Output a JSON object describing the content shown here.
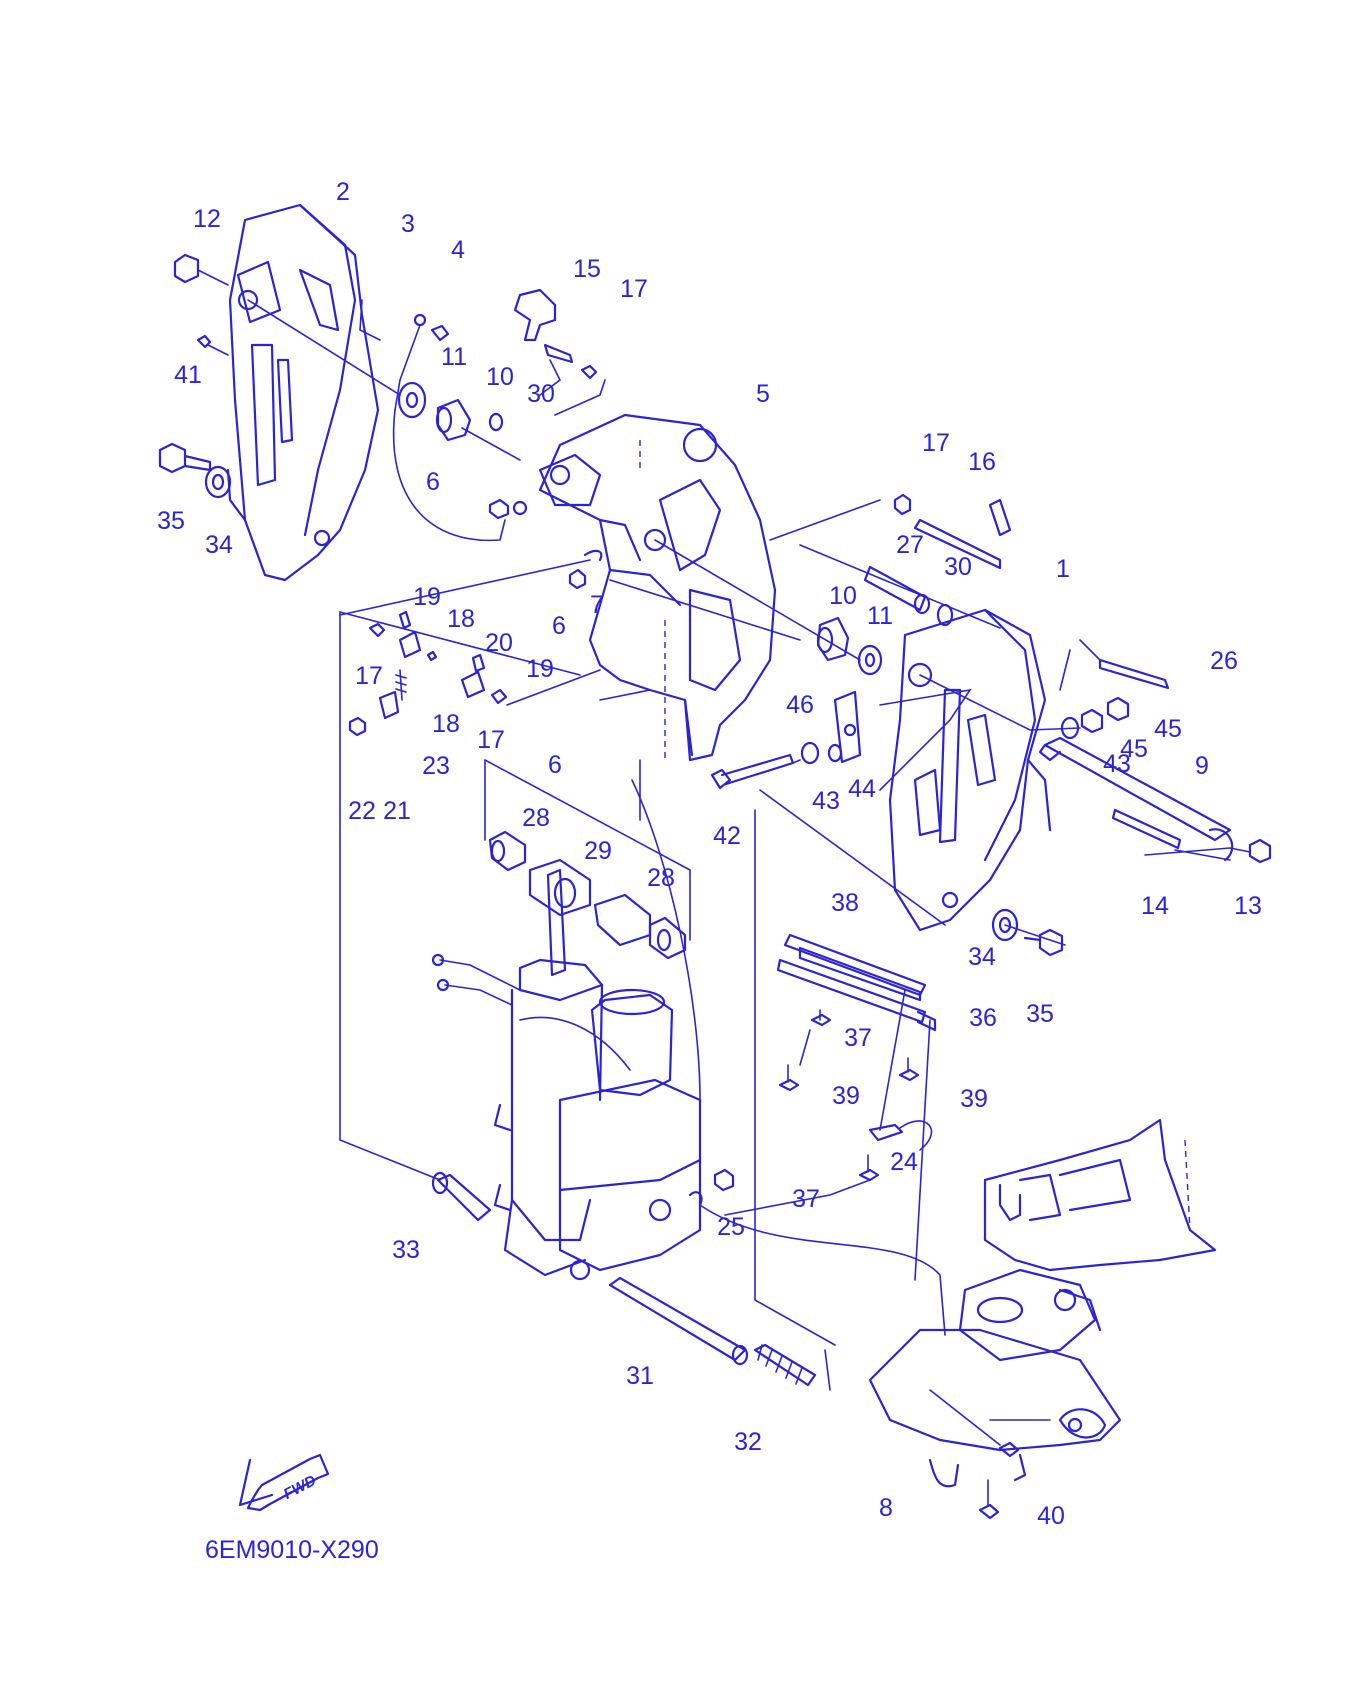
{
  "diagram_code": "6EM9010-X290",
  "fwd_label": "FWD",
  "color_line": "#2b24d6",
  "callouts": [
    {
      "id": "c12a",
      "text": "12"
    },
    {
      "id": "c2",
      "text": "2"
    },
    {
      "id": "c3",
      "text": "3"
    },
    {
      "id": "c4",
      "text": "4"
    },
    {
      "id": "c41",
      "text": "41"
    },
    {
      "id": "c15",
      "text": "15"
    },
    {
      "id": "c17a",
      "text": "17"
    },
    {
      "id": "c11a",
      "text": "11"
    },
    {
      "id": "c10a",
      "text": "10"
    },
    {
      "id": "c30a",
      "text": "30"
    },
    {
      "id": "c5",
      "text": "5"
    },
    {
      "id": "c35a",
      "text": "35"
    },
    {
      "id": "c34a",
      "text": "34"
    },
    {
      "id": "c6a",
      "text": "6"
    },
    {
      "id": "c17b",
      "text": "17"
    },
    {
      "id": "c16",
      "text": "16"
    },
    {
      "id": "c27",
      "text": "27"
    },
    {
      "id": "c30b",
      "text": "30"
    },
    {
      "id": "c1",
      "text": "1"
    },
    {
      "id": "c19a",
      "text": "19"
    },
    {
      "id": "c7",
      "text": "7"
    },
    {
      "id": "c6b",
      "text": "6"
    },
    {
      "id": "c10b",
      "text": "10"
    },
    {
      "id": "c11b",
      "text": "11"
    },
    {
      "id": "c18a",
      "text": "18"
    },
    {
      "id": "c20",
      "text": "20"
    },
    {
      "id": "c19b",
      "text": "19"
    },
    {
      "id": "c17c",
      "text": "17"
    },
    {
      "id": "c26",
      "text": "26"
    },
    {
      "id": "c18b",
      "text": "18"
    },
    {
      "id": "c23",
      "text": "23"
    },
    {
      "id": "c21",
      "text": "21"
    },
    {
      "id": "c22",
      "text": "22"
    },
    {
      "id": "c17d",
      "text": "17"
    },
    {
      "id": "c6c",
      "text": "6"
    },
    {
      "id": "c46",
      "text": "46"
    },
    {
      "id": "c45a",
      "text": "45"
    },
    {
      "id": "c45b",
      "text": "45"
    },
    {
      "id": "c43a",
      "text": "43"
    },
    {
      "id": "c43b",
      "text": "43"
    },
    {
      "id": "c44",
      "text": "44"
    },
    {
      "id": "c9",
      "text": "9"
    },
    {
      "id": "c42",
      "text": "42"
    },
    {
      "id": "c28a",
      "text": "28"
    },
    {
      "id": "c29",
      "text": "29"
    },
    {
      "id": "c28b",
      "text": "28"
    },
    {
      "id": "c14",
      "text": "14"
    },
    {
      "id": "c13",
      "text": "13"
    },
    {
      "id": "c38",
      "text": "38"
    },
    {
      "id": "c34b",
      "text": "34"
    },
    {
      "id": "c35b",
      "text": "35"
    },
    {
      "id": "c36",
      "text": "36"
    },
    {
      "id": "c37a",
      "text": "37"
    },
    {
      "id": "c39a",
      "text": "39"
    },
    {
      "id": "c39b",
      "text": "39"
    },
    {
      "id": "c24",
      "text": "24"
    },
    {
      "id": "c25",
      "text": "25"
    },
    {
      "id": "c37b",
      "text": "37"
    },
    {
      "id": "c33",
      "text": "33"
    },
    {
      "id": "c31",
      "text": "31"
    },
    {
      "id": "c32",
      "text": "32"
    },
    {
      "id": "c8",
      "text": "8"
    },
    {
      "id": "c40",
      "text": "40"
    }
  ]
}
